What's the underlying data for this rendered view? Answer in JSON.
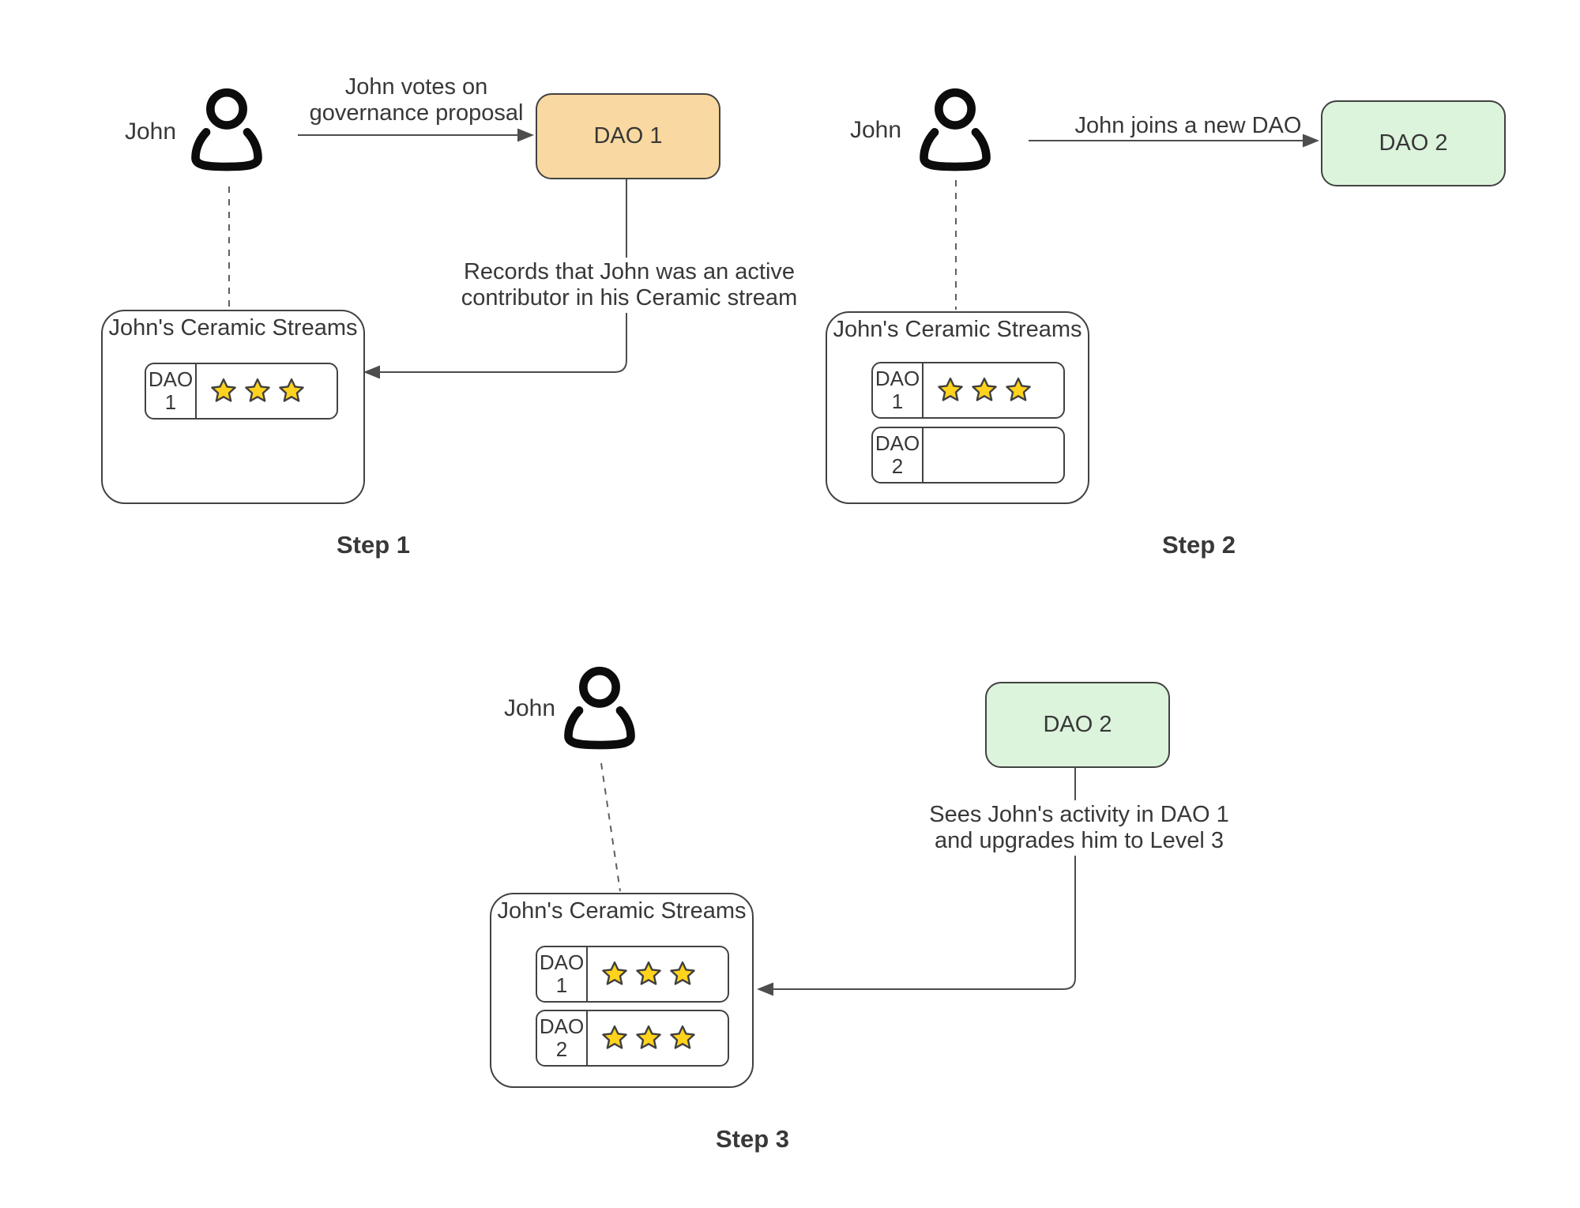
{
  "colors": {
    "dao1_fill": "#F9D9A1",
    "dao2_fill": "#DCF3DC",
    "star_fill": "#FFD21E",
    "star_stroke": "#3F3F3F",
    "connector": "#4D4D4D",
    "text": "#383838"
  },
  "steps": [
    {
      "caption": "Step 1",
      "actor_label": "John",
      "action_label": "John votes on governance proposal",
      "dao_box": "DAO 1",
      "note": "Records that John was an active contributor in his Ceramic stream",
      "streams": {
        "title": "John's Ceramic Streams",
        "rows": [
          {
            "dao": "DAO 1",
            "stars": 3
          }
        ]
      }
    },
    {
      "caption": "Step 2",
      "actor_label": "John",
      "action_label": "John joins a new DAO",
      "dao_box": "DAO 2",
      "streams": {
        "title": "John's Ceramic Streams",
        "rows": [
          {
            "dao": "DAO 1",
            "stars": 3
          },
          {
            "dao": "DAO 2",
            "stars": 0
          }
        ]
      }
    },
    {
      "caption": "Step 3",
      "actor_label": "John",
      "dao_box": "DAO 2",
      "note": "Sees John's activity in DAO 1 and upgrades him to Level 3",
      "streams": {
        "title": "John's Ceramic Streams",
        "rows": [
          {
            "dao": "DAO 1",
            "stars": 3
          },
          {
            "dao": "DAO 2",
            "stars": 3
          }
        ]
      }
    }
  ]
}
